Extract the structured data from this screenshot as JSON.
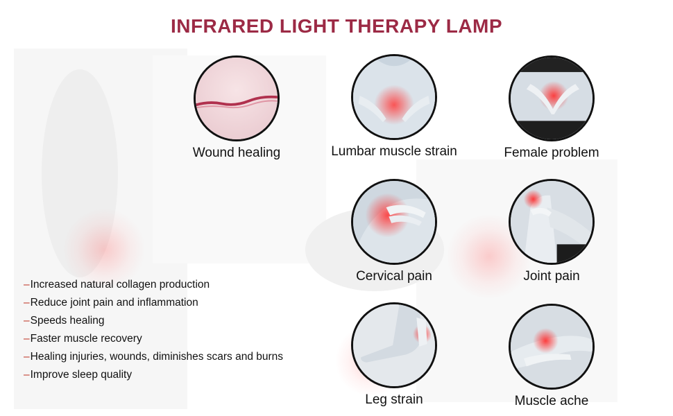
{
  "title": "INFRARED LIGHT THERAPY LAMP",
  "conditions": [
    {
      "label": "Wound healing",
      "icon": "wound-image"
    },
    {
      "label": "Lumbar muscle strain",
      "icon": "lumbar-image"
    },
    {
      "label": "Female problem",
      "icon": "abdomen-image"
    },
    {
      "label": "Cervical pain",
      "icon": "neck-image"
    },
    {
      "label": "Joint pain",
      "icon": "knee-image"
    },
    {
      "label": "Leg strain",
      "icon": "foot-image"
    },
    {
      "label": "Muscle ache",
      "icon": "hand-image"
    }
  ],
  "benefits": [
    "Increased natural collagen production",
    "Reduce joint pain and inflammation",
    "Speeds healing",
    "Faster muscle recovery",
    "Healing injuries, wounds, diminishes scars and burns",
    "Improve sleep quality"
  ],
  "colors": {
    "title": "#9c2a45",
    "bullet": "#c0392b",
    "glow": "#ff6b6b"
  }
}
